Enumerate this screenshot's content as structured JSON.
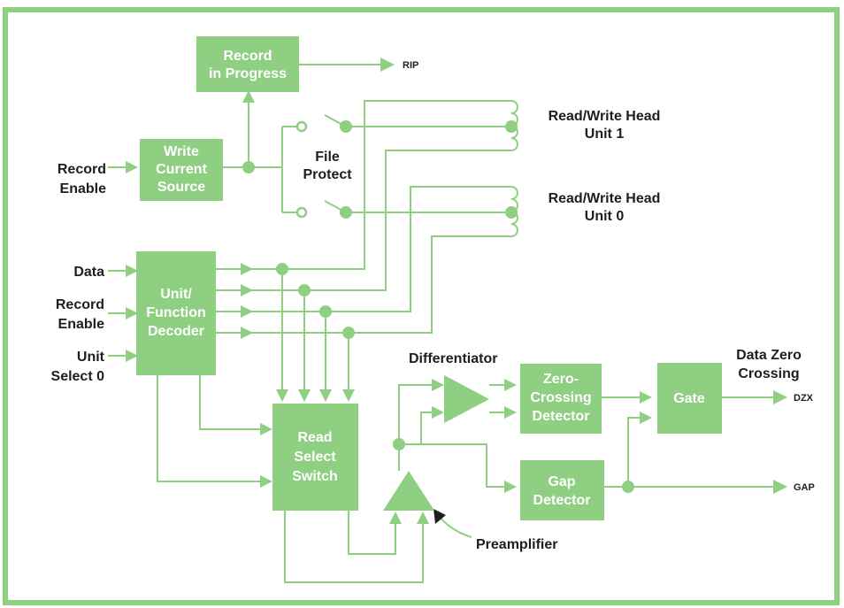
{
  "blocks": {
    "record_in_progress": [
      "Record",
      "in Progress"
    ],
    "write_current_source": [
      "Write",
      "Current",
      "Source"
    ],
    "unit_function_decoder": [
      "Unit/",
      "Function",
      "Decoder"
    ],
    "read_select_switch": [
      "Read",
      "Select",
      "Switch"
    ],
    "zero_crossing_detector": [
      "Zero-",
      "Crossing",
      "Detector"
    ],
    "gap_detector": [
      "Gap",
      "Detector"
    ],
    "gate": [
      "Gate"
    ]
  },
  "labels": {
    "file_protect": [
      "File",
      "Protect"
    ],
    "head_unit1": [
      "Read/Write Head",
      "Unit 1"
    ],
    "head_unit0": [
      "Read/Write Head",
      "Unit 0"
    ],
    "differentiator": "Differentiator",
    "preamplifier": "Preamplifier",
    "data_zero_crossing": [
      "Data Zero",
      "Crossing"
    ],
    "inputs": {
      "record_enable_top": [
        "Record",
        "Enable"
      ],
      "data": "Data",
      "record_enable": [
        "Record",
        "Enable"
      ],
      "unit_select": [
        "Unit",
        "Select 0"
      ]
    }
  },
  "signals": {
    "rip": "RIP",
    "dzx": "DZX",
    "gap": "GAP"
  },
  "colors": {
    "block_fill": "#8fcf82",
    "block_text": "#ffffff",
    "label_text": "#1e1e1e",
    "frame": "#8fcf82"
  }
}
